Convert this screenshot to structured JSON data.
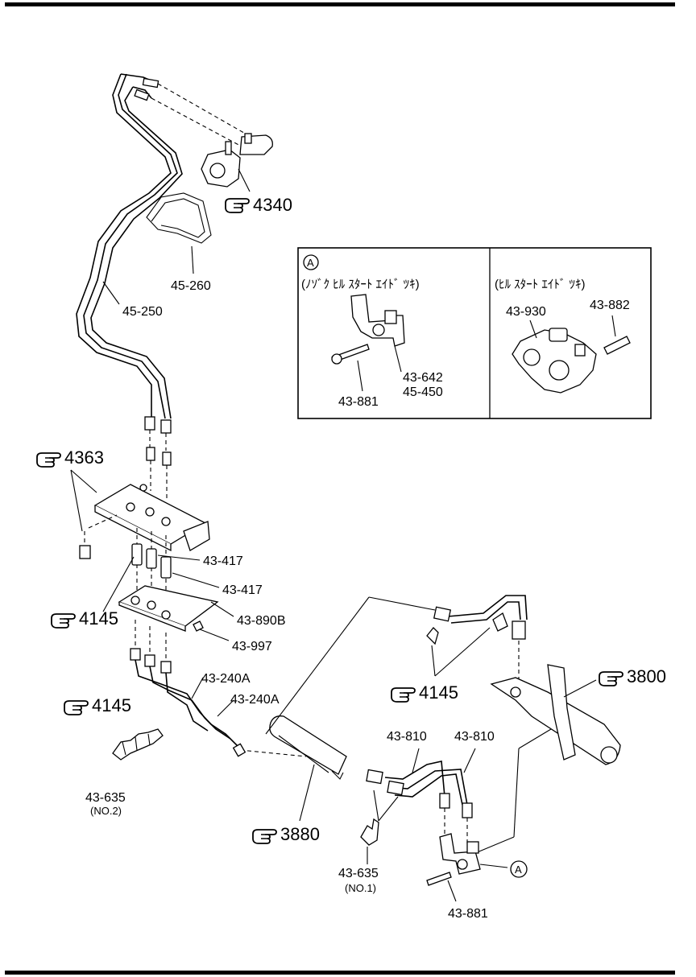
{
  "labels": {
    "p45_260": "45-260",
    "p45_250": "45-250",
    "p43_417_a": "43-417",
    "p43_417_b": "43-417",
    "p43_890b": "43-890B",
    "p43_997": "43-997",
    "p43_240a_a": "43-240A",
    "p43_240a_b": "43-240A",
    "p43_635_no2": "43-635",
    "p43_635_no2_note": "(NO.2)",
    "p43_810_a": "43-810",
    "p43_810_b": "43-810",
    "p43_635_no1": "43-635",
    "p43_635_no1_note": "(NO.1)",
    "p43_881": "43-881"
  },
  "refs": {
    "r4340": "4340",
    "r4363": "4363",
    "r4145_a": "4145",
    "r4145_b": "4145",
    "r4145_c": "4145",
    "r3800": "3800",
    "r3880": "3880"
  },
  "callout_marker": "A",
  "inset": {
    "marker": "A",
    "left_title": "(ﾉｿﾞｸ ﾋﾙ ｽﾀｰﾄ ｴｲﾄﾞ ﾂｷ)",
    "right_title": "(ﾋﾙ ｽﾀｰﾄ ｴｲﾄﾞ ﾂｷ)",
    "p43_642": "43-642",
    "p45_450": "45-450",
    "p43_881": "43-881",
    "p43_930": "43-930",
    "p43_882": "43-882"
  },
  "icons": {
    "reference": "pointing-hand-icon"
  }
}
